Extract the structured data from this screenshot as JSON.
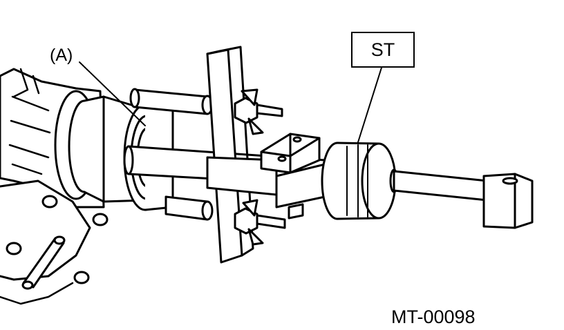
{
  "labels": {
    "part_a": "(A)",
    "special_tool": "ST"
  },
  "figure_code": "MT-00098",
  "colors": {
    "line": "#000000",
    "background": "#ffffff"
  }
}
